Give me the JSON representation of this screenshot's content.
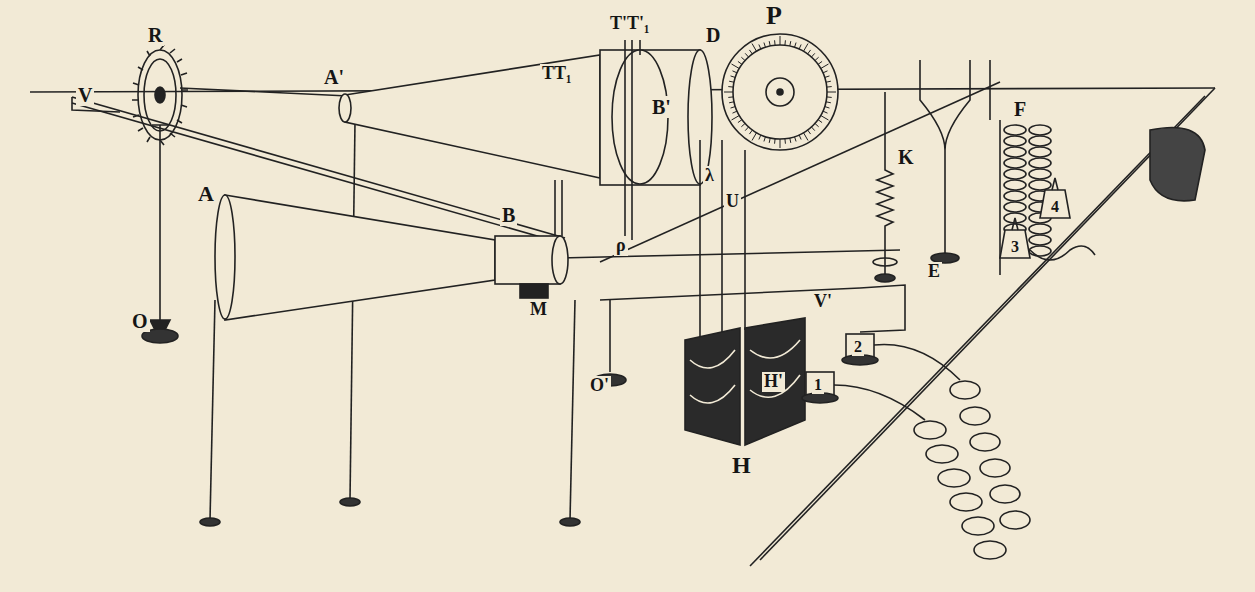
{
  "diagram": {
    "labels": [
      "R",
      "V",
      "A'",
      "T'T'₁",
      "D",
      "P",
      "B'",
      "TT₁",
      "K",
      "F",
      "4",
      "3",
      "E",
      "A",
      "B",
      "ρ",
      "λ",
      "U",
      "M",
      "V'",
      "2",
      "H'",
      "1",
      "H",
      "O",
      "O'"
    ]
  }
}
